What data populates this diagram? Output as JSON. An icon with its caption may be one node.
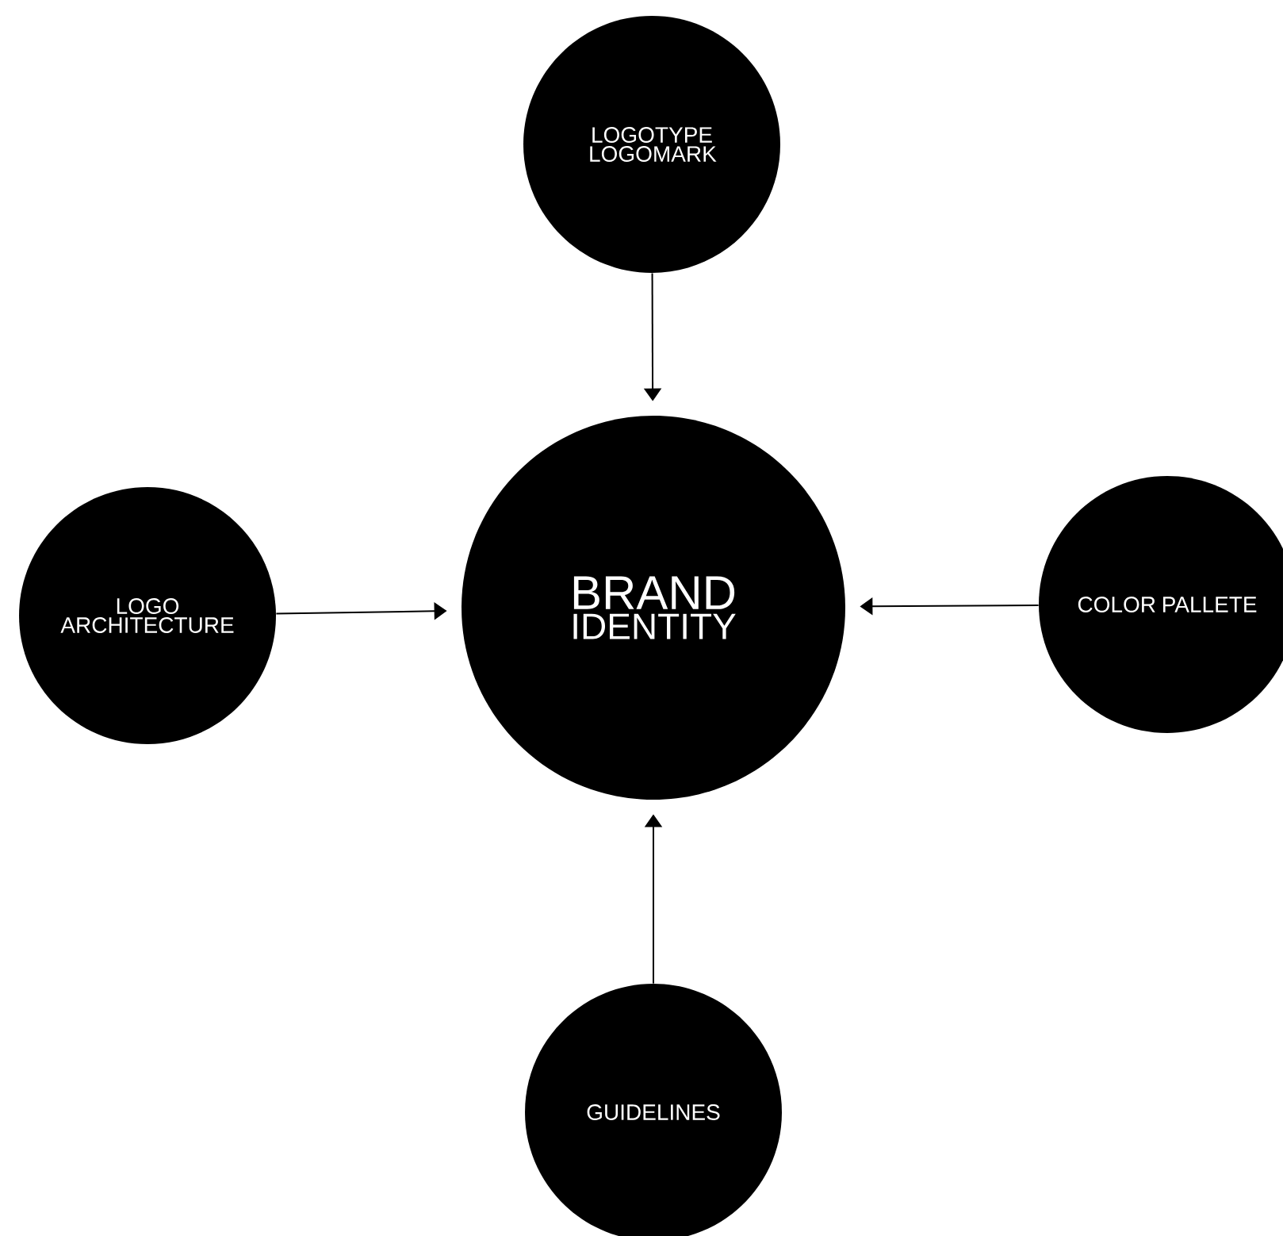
{
  "diagram": {
    "nodes": [
      {
        "text": [
          "LOGOTYPE LOGOMARK"
        ]
      },
      {
        "text": [
          "LOGO ARCHITECTURE"
        ]
      },
      {
        "text": [
          "BRAND",
          "IDENTITY"
        ]
      },
      {
        "text": [
          "COLOR PALLETE"
        ]
      },
      {
        "text": [
          "GUIDELINES"
        ]
      }
    ],
    "edges": [
      {
        "from": 0,
        "to": 2,
        "arrow": "to"
      },
      {
        "from": 1,
        "to": 2,
        "arrow": "to"
      },
      {
        "from": 3,
        "to": 2,
        "arrow": "to"
      },
      {
        "from": 4,
        "to": 2,
        "arrow": "to"
      }
    ]
  }
}
